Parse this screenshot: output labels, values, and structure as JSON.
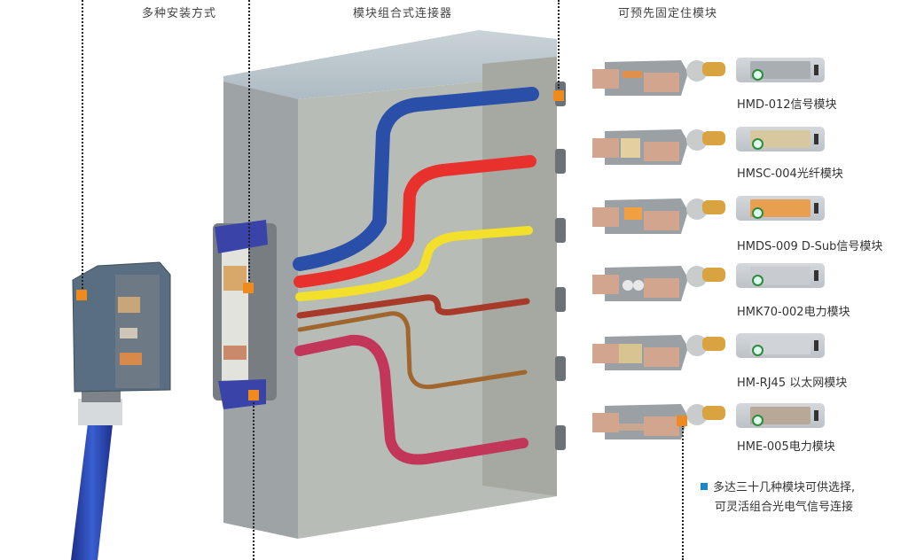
{
  "headers": {
    "mounting": "多种安装方式",
    "modular_connector": "模块组合式连接器",
    "prefixed_modules": "可预先固定住模块"
  },
  "modules": [
    {
      "label": "HMD-012信号模块",
      "insert": "signal-pins",
      "insert_color": "#8fc9d8"
    },
    {
      "label": "HMSC-004光纤模块",
      "insert": "fiber-ports",
      "insert_color": "#d9303a"
    },
    {
      "label": "HMDS-009 D-Sub信号模块",
      "insert": "d-sub",
      "insert_color": "#f0a040"
    },
    {
      "label": "HMK70-002电力模块",
      "insert": "power-contacts-2",
      "insert_color": "#e8cfc0"
    },
    {
      "label": "HM-RJ45 以太网模块",
      "insert": "rj45",
      "insert_color": "#e06040"
    },
    {
      "label": "HME-005电力模块",
      "insert": "power-contacts-5",
      "insert_color": "#b89a80"
    }
  ],
  "note": {
    "line1": "多达三十几种模块可供选择,",
    "line2": "可灵活组合光电气信号连接"
  },
  "colors": {
    "marker": "#f08a1c",
    "bullet": "#1a87c9",
    "wire_blue": "#2a4fa8",
    "wire_red": "#e8312d",
    "wire_yellow": "#f2e02a",
    "wire_darkred": "#a83a2a",
    "wire_brown": "#a0662e",
    "wire_crimson": "#c2365a",
    "housing": "#b8bdb8",
    "cable": "#2a3fa8"
  }
}
